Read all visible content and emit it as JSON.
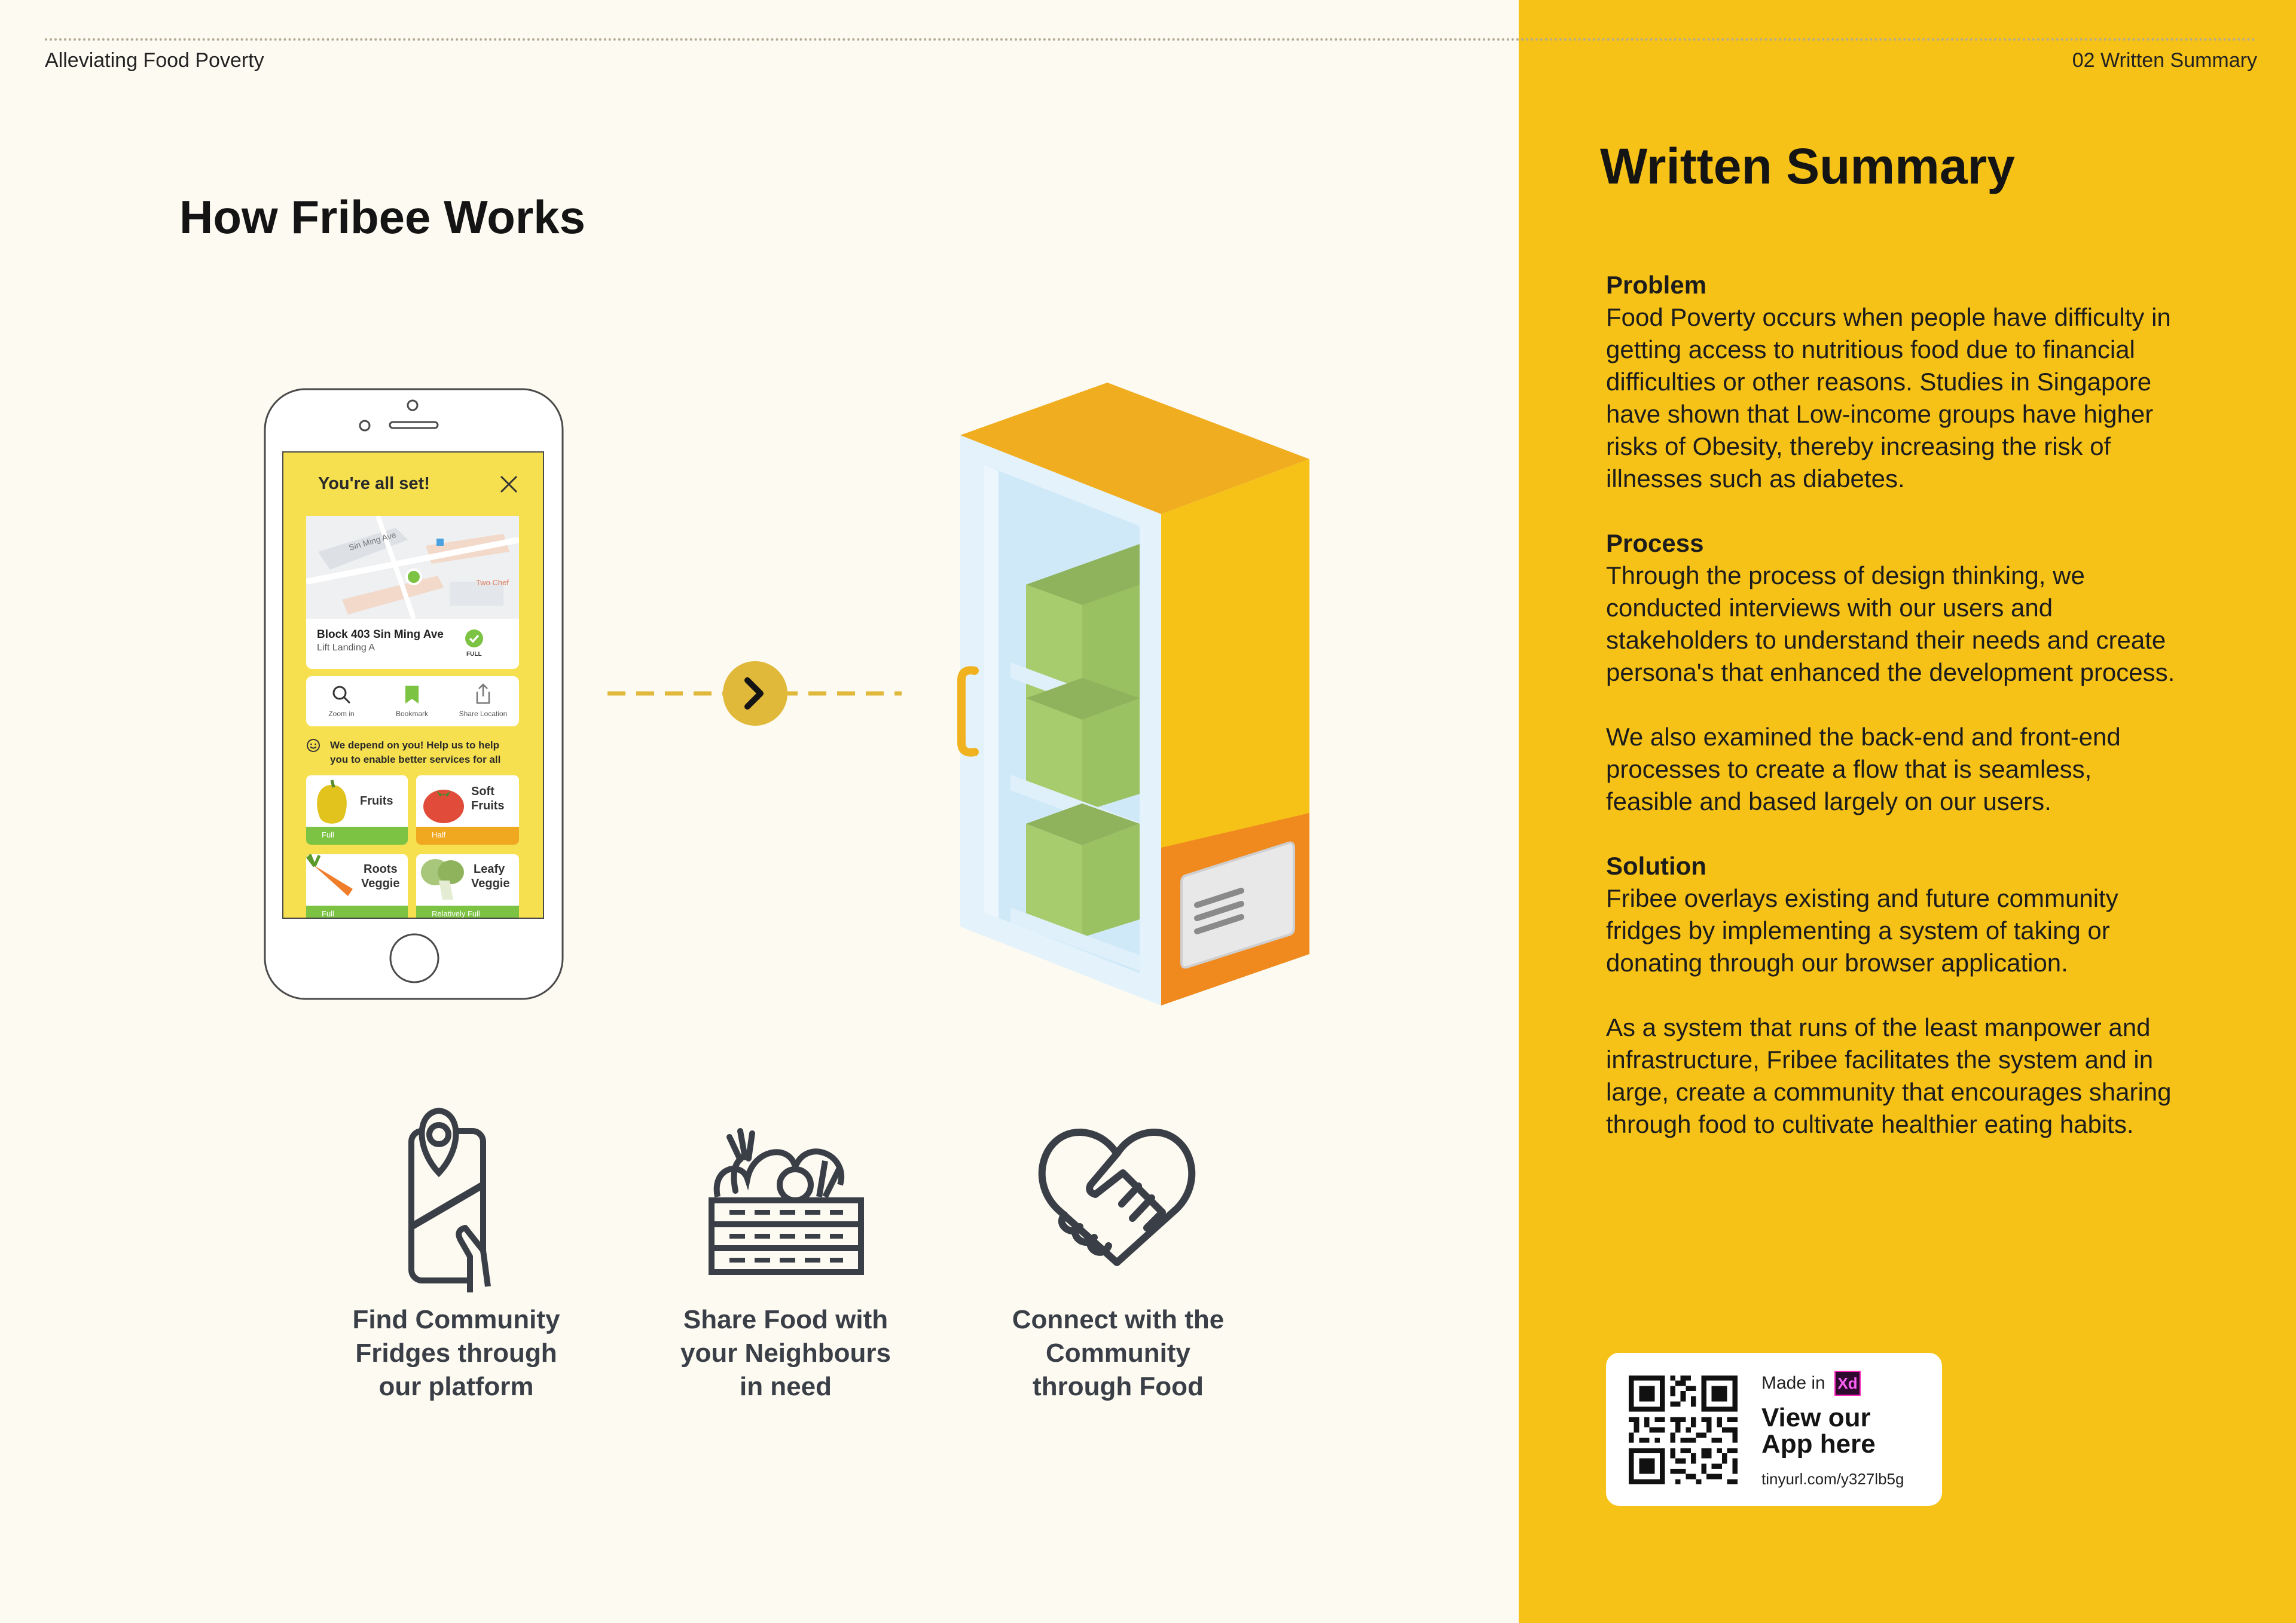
{
  "header": {
    "left": "Alleviating Food Poverty",
    "right": "02 Written Summary"
  },
  "left": {
    "title": "How Fribee Works",
    "phone": {
      "heading": "You're all set!",
      "map_street": "Sin Ming Ave",
      "map_place": "Two Chef",
      "address": "Block 403 Sin Ming Ave",
      "sublocation": "Lift Landing A",
      "status_full": "FULL",
      "actions": [
        "Zoom in",
        "Bookmark",
        "Share Location"
      ],
      "help_text_1": "We depend on you! Help us to help",
      "help_text_2": "you to enable better services for all",
      "categories": [
        {
          "label_1": "Fruits",
          "label_2": "",
          "status": "Full",
          "color": "#7cc243"
        },
        {
          "label_1": "Soft",
          "label_2": "Fruits",
          "status": "Half",
          "color": "#f0a820"
        },
        {
          "label_1": "Roots",
          "label_2": "Veggie",
          "status": "Full",
          "color": "#7cc243"
        },
        {
          "label_1": "Leafy",
          "label_2": "Veggie",
          "status": "Relatively Full",
          "color": "#7cc243"
        }
      ]
    },
    "features": [
      {
        "icon": "map-pin-phone-icon",
        "caption": "Find Community\nFridges through\nour platform"
      },
      {
        "icon": "vegetable-crate-icon",
        "caption": "Share Food with\nyour Neighbours\nin need"
      },
      {
        "icon": "heart-handshake-icon",
        "caption": "Connect with the\nCommunity\nthrough Food"
      }
    ]
  },
  "right": {
    "title": "Written Summary",
    "sections": [
      {
        "heading": "Problem",
        "paragraphs": [
          "Food Poverty occurs when people have difficulty in getting access to nutritious food due to financial difficulties or other reasons. Studies in Singapore have shown that Low-income groups have higher risks of Obesity, thereby increasing the risk of illnesses such as diabetes."
        ]
      },
      {
        "heading": "Process",
        "paragraphs": [
          "Through the process of design thinking, we conducted interviews with our users and stakeholders to understand their needs and create persona's that enhanced the development process.",
          "We also examined the back-end and front-end processes to create a flow that is seamless, feasible and based largely on our users."
        ]
      },
      {
        "heading": "Solution",
        "paragraphs": [
          "Fribee overlays existing and future community fridges by implementing a system of taking or donating through our browser application.",
          "As a system that runs of the least manpower and infrastructure, Fribee facilitates the system and in large, create a community that encourages sharing through food to cultivate healthier eating habits."
        ]
      }
    ],
    "qr": {
      "made_in": "Made in",
      "xd": "Xd",
      "title_1": "View our",
      "title_2": "App here",
      "url": "tinyurl.com/y327lb5g"
    }
  },
  "colors": {
    "background": "#fdfaf2",
    "accent_yellow": "#f6c218",
    "fridge_orange": "#f0a820",
    "produce_green": "#8dbb54",
    "icon_dark": "#3a3f47"
  }
}
